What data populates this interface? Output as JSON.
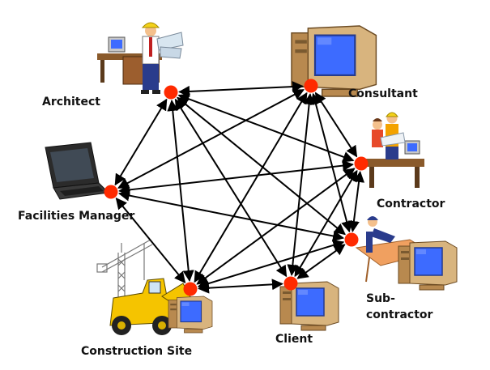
{
  "nodes": [
    {
      "id": "architect",
      "label": "Architect",
      "color": "#ff2a00",
      "icon": "architect-with-blueprints-icon"
    },
    {
      "id": "consultant",
      "label": "Consultant",
      "color": "#ff2a00",
      "icon": "computer-workstation-icon"
    },
    {
      "id": "contractor",
      "label": "Contractor",
      "color": "#ff2a00",
      "icon": "team-at-desk-icon"
    },
    {
      "id": "subcontractor",
      "label_line1": "Sub-",
      "label_line2": "contractor",
      "color": "#ff2a00",
      "icon": "worker-at-table-with-computer-icon"
    },
    {
      "id": "client",
      "label": "Client",
      "color": "#ff2a00",
      "icon": "computer-workstation-icon"
    },
    {
      "id": "construction-site",
      "label": "Construction Site",
      "color": "#ff2a00",
      "icon": "crane-and-loader-icon"
    },
    {
      "id": "facilities-manager",
      "label": "Facilities Manager",
      "color": "#ff2a00",
      "icon": "laptop-icon"
    }
  ],
  "edges": [
    [
      "architect",
      "consultant"
    ],
    [
      "architect",
      "contractor"
    ],
    [
      "architect",
      "subcontractor"
    ],
    [
      "architect",
      "client"
    ],
    [
      "architect",
      "construction-site"
    ],
    [
      "architect",
      "facilities-manager"
    ],
    [
      "consultant",
      "contractor"
    ],
    [
      "consultant",
      "subcontractor"
    ],
    [
      "consultant",
      "client"
    ],
    [
      "consultant",
      "construction-site"
    ],
    [
      "consultant",
      "facilities-manager"
    ],
    [
      "contractor",
      "subcontractor"
    ],
    [
      "contractor",
      "client"
    ],
    [
      "contractor",
      "construction-site"
    ],
    [
      "contractor",
      "facilities-manager"
    ],
    [
      "subcontractor",
      "client"
    ],
    [
      "subcontractor",
      "construction-site"
    ],
    [
      "subcontractor",
      "facilities-manager"
    ],
    [
      "client",
      "construction-site"
    ],
    [
      "construction-site",
      "facilities-manager"
    ]
  ],
  "colors": {
    "node": "#ff2a00",
    "edge": "#000000",
    "monitor_screen": "#3d6bff",
    "computer_case": "#c8a06a"
  }
}
